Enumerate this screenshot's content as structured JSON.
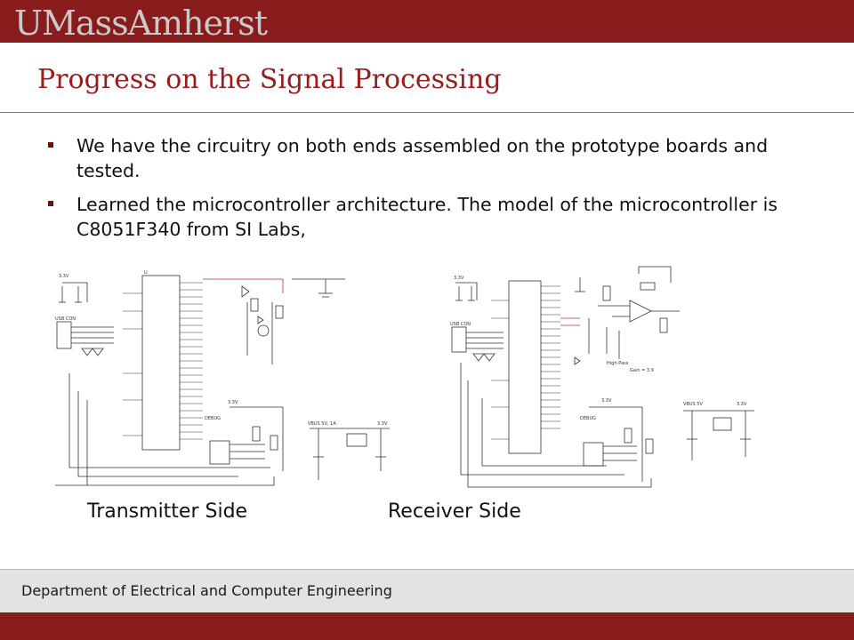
{
  "header": {
    "logo_text": "UMassAmherst"
  },
  "slide": {
    "title": "Progress on the Signal Processing",
    "bullets": [
      "We have the circuitry on both ends assembled on the prototype boards and tested.",
      "Learned the microcontroller architecture. The model of the microcontroller is C8051F340 from SI Labs,"
    ],
    "figures": [
      {
        "caption": "Transmitter Side"
      },
      {
        "caption": "Receiver Side"
      }
    ]
  },
  "footer": {
    "text": "Department of Electrical and Computer Engineering"
  },
  "colors": {
    "brand_maroon": "#881c1c",
    "title_red": "#9a1c1c",
    "footer_gray": "#e3e3e3"
  }
}
